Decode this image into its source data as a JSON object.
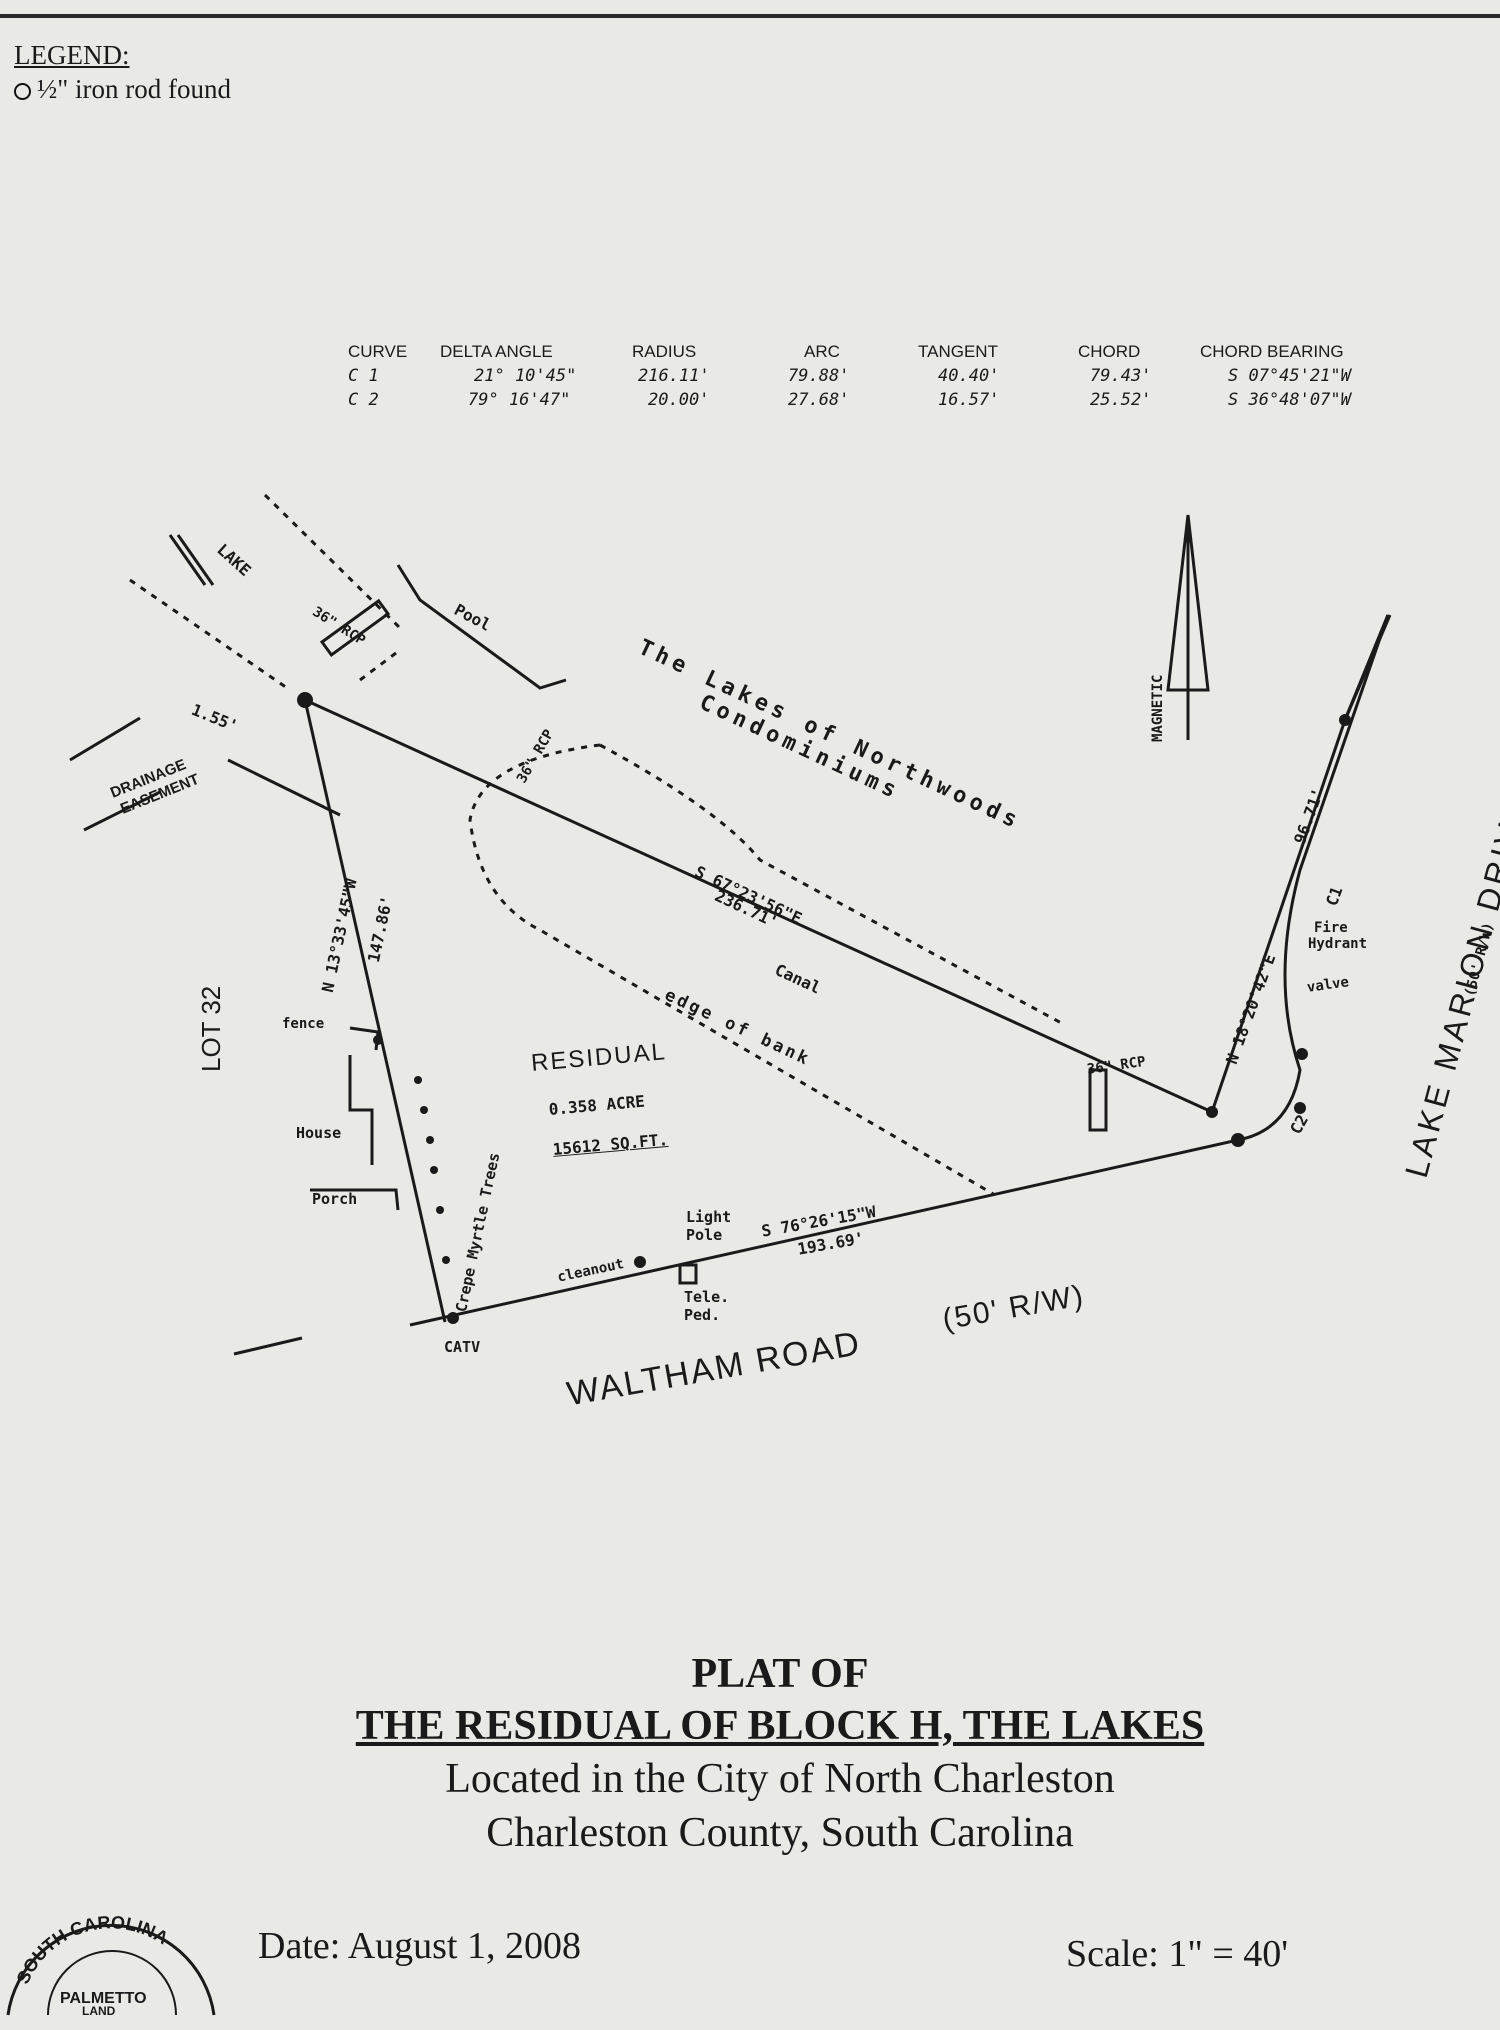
{
  "legend": {
    "title": "LEGEND:",
    "item": "½\" iron rod found"
  },
  "curve_table": {
    "headers": [
      "CURVE",
      "DELTA ANGLE",
      "RADIUS",
      "ARC",
      "TANGENT",
      "CHORD",
      "CHORD BEARING"
    ],
    "rows": [
      [
        "C 1",
        "21° 10'45\"",
        "216.11'",
        "79.88'",
        "40.40'",
        "79.43'",
        "S 07°45'21\"W"
      ],
      [
        "C 2",
        "79° 16'47\"",
        "20.00'",
        "27.68'",
        "16.57'",
        "25.52'",
        "S 36°48'07\"W"
      ]
    ]
  },
  "plat": {
    "lake": "LAKE",
    "pipe_a": "36\" RCP",
    "pipe_b": "36\" RCP",
    "pipe_c": "36\" RCP",
    "pool": "Pool",
    "condo_line1": "The Lakes of Northwoods",
    "condo_line2": "Condominiums",
    "distance_155": "1.55'",
    "drainage_1": "DRAINAGE",
    "drainage_2": "EASEMENT",
    "lot": "LOT 32",
    "west_bearing": "N 13°33'45\"W",
    "west_distance": "147.86'",
    "fence": "fence",
    "house": "House",
    "porch": "Porch",
    "trees": "Crepe Myrtle Trees",
    "catv": "CATV",
    "north_bearing": "S 67°23'56\"E",
    "north_distance": "236.71'",
    "canal": "Canal",
    "edge_of_bank": "edge of bank",
    "residual": "RESIDUAL",
    "acre": "0.358 ACRE",
    "sqft": "15612 SQ.FT.",
    "cleanout": "cleanout",
    "light_pole_1": "Light",
    "light_pole_2": "Pole",
    "tele_ped_1": "Tele.",
    "tele_ped_2": "Ped.",
    "south_bearing": "S 76°26'15\"W",
    "south_distance": "193.69'",
    "road": "WALTHAM ROAD",
    "road_rw": "(50' R/W)",
    "east_bearing": "N 18°20'42\"E",
    "east_distance": "96.71'",
    "c1": "C1",
    "c2": "C2",
    "fire_hydrant_1": "Fire",
    "fire_hydrant_2": "Hydrant",
    "valve": "valve",
    "magnetic": "MAGNETIC",
    "drive": "LAKE MARION DRIVE",
    "drive_rw": "(50' R/W)"
  },
  "title": {
    "line1": "PLAT OF",
    "line2": "THE RESIDUAL OF BLOCK H, THE LAKES",
    "line3": "Located in the City of North Charleston",
    "line4": "Charleston County, South Carolina"
  },
  "date": "Date: August 1, 2008",
  "scale": "Scale: 1\" = 40'",
  "seal": {
    "arc_text": "SOUTH CAROLINA",
    "inner_1": "PALMETTO",
    "inner_2": "LAND"
  }
}
